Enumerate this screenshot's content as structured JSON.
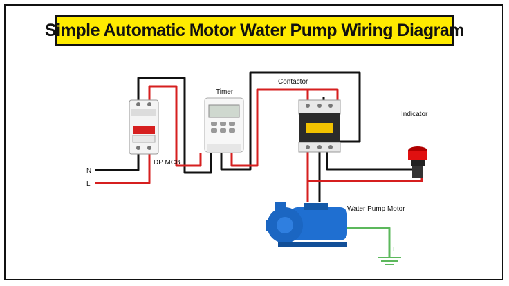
{
  "title": "Simple Automatic Motor Water Pump Wiring Diagram",
  "labels": {
    "timer": "Timer",
    "contactor": "Contactor",
    "indicator": "Indicator",
    "mcb": "DP MCB",
    "neutral": "N",
    "line": "L",
    "pump": "Water Pump Motor",
    "earth": "E"
  },
  "colors": {
    "title_bg": "#ffeb00",
    "live_wire": "#d61f1f",
    "neutral_wire": "#111111",
    "earth_wire": "#5cb85c",
    "contactor_body": "#2b2b2b",
    "contactor_label": "#f2c200",
    "pump_body": "#1f6fd1",
    "indicator_lamp": "#e01010"
  },
  "icons": [
    "mcb-device-icon",
    "timer-device-icon",
    "contactor-device-icon",
    "indicator-lamp-icon",
    "water-pump-motor-icon",
    "earth-ground-icon"
  ]
}
